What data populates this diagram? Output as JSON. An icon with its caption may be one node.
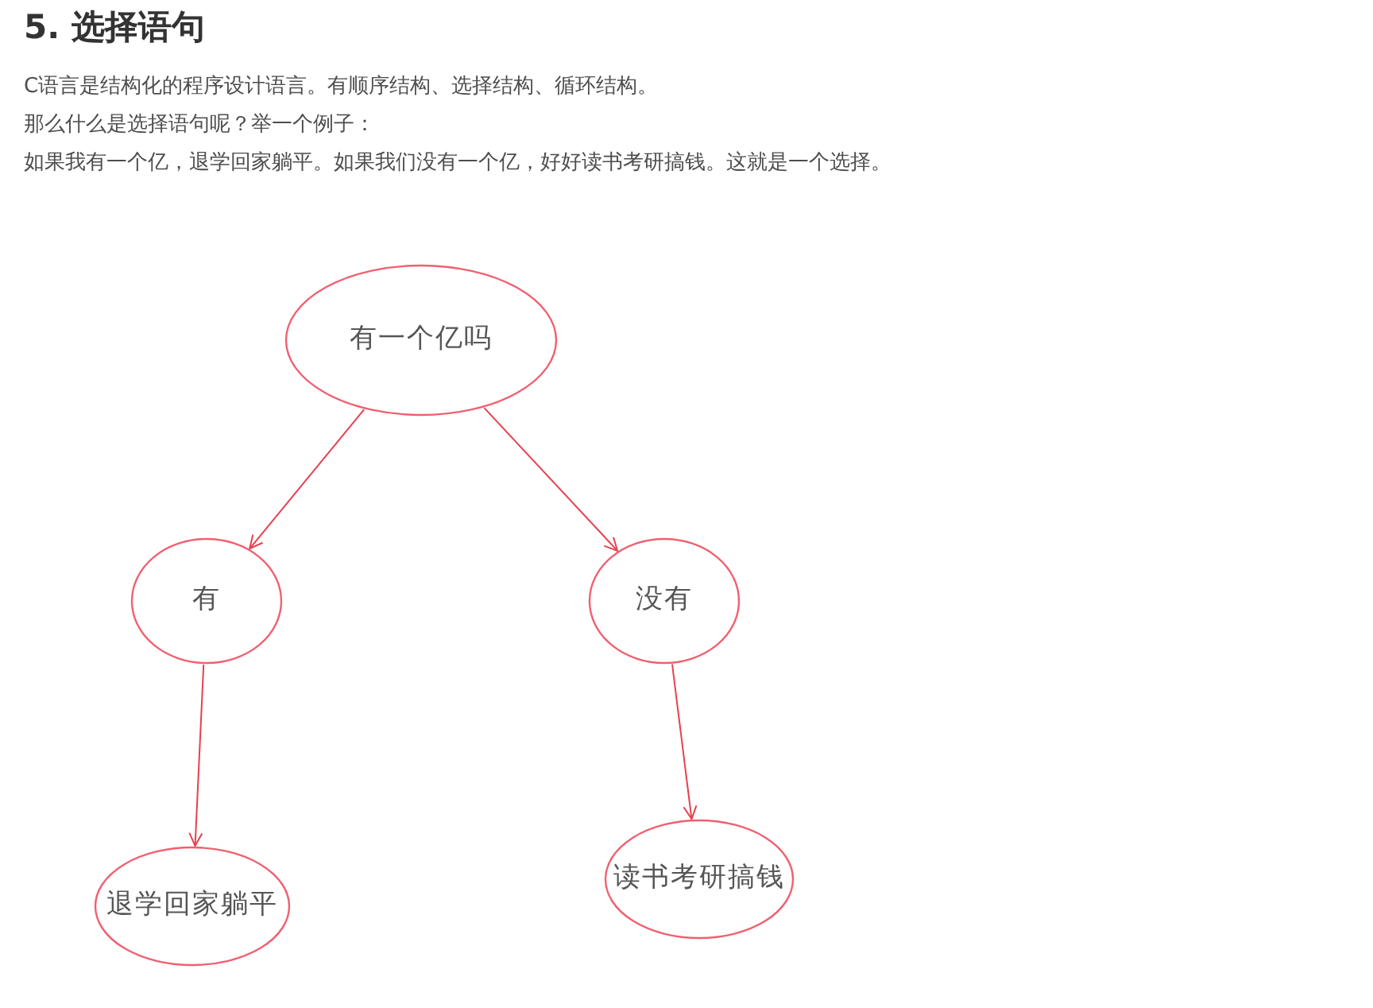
{
  "diagram": {
    "title": "5. 选择语句",
    "nodes": [
      {
        "text": [
          "有一个亿吗"
        ]
      },
      {
        "text": [
          "有"
        ]
      },
      {
        "text": [
          "没有"
        ]
      },
      {
        "text": [
          "退学回家躺平"
        ]
      },
      {
        "text": [
          "读书考研搞钱"
        ]
      }
    ],
    "edges": [
      {
        "from": 0,
        "to": 1,
        "arrow": "to"
      },
      {
        "from": 0,
        "to": 2,
        "arrow": "to"
      },
      {
        "from": 1,
        "to": 3,
        "arrow": "to"
      },
      {
        "from": 2,
        "to": 4,
        "arrow": "to"
      }
    ],
    "labels": [
      "C语言是结构化的程序设计语言。有顺序结构、选择结构、循环结构。",
      "那么什么是选择语句呢？举一个例子：",
      "如果我有一个亿，退学回家躺平。如果我们没有一个亿，好好读书考研搞钱。这就是一个选择。"
    ]
  }
}
